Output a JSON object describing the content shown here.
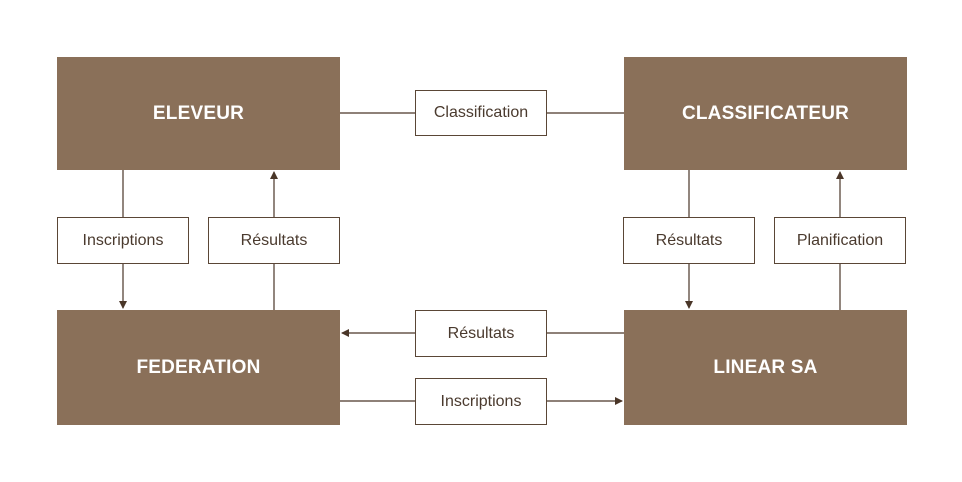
{
  "colors": {
    "entity_fill": "#8a7059",
    "line": "#4a3628"
  },
  "entities": {
    "eleveur": "ELEVEUR",
    "classificateur": "CLASSIFICATEUR",
    "federation": "FEDERATION",
    "linear": "LINEAR SA"
  },
  "flows": {
    "eleveur_classificateur": "Classification",
    "eleveur_to_federation": "Inscriptions",
    "federation_to_eleveur": "Résultats",
    "classificateur_to_linear": "Résultats",
    "linear_to_classificateur": "Planification",
    "linear_to_federation": "Résultats",
    "federation_to_linear": "Inscriptions"
  }
}
